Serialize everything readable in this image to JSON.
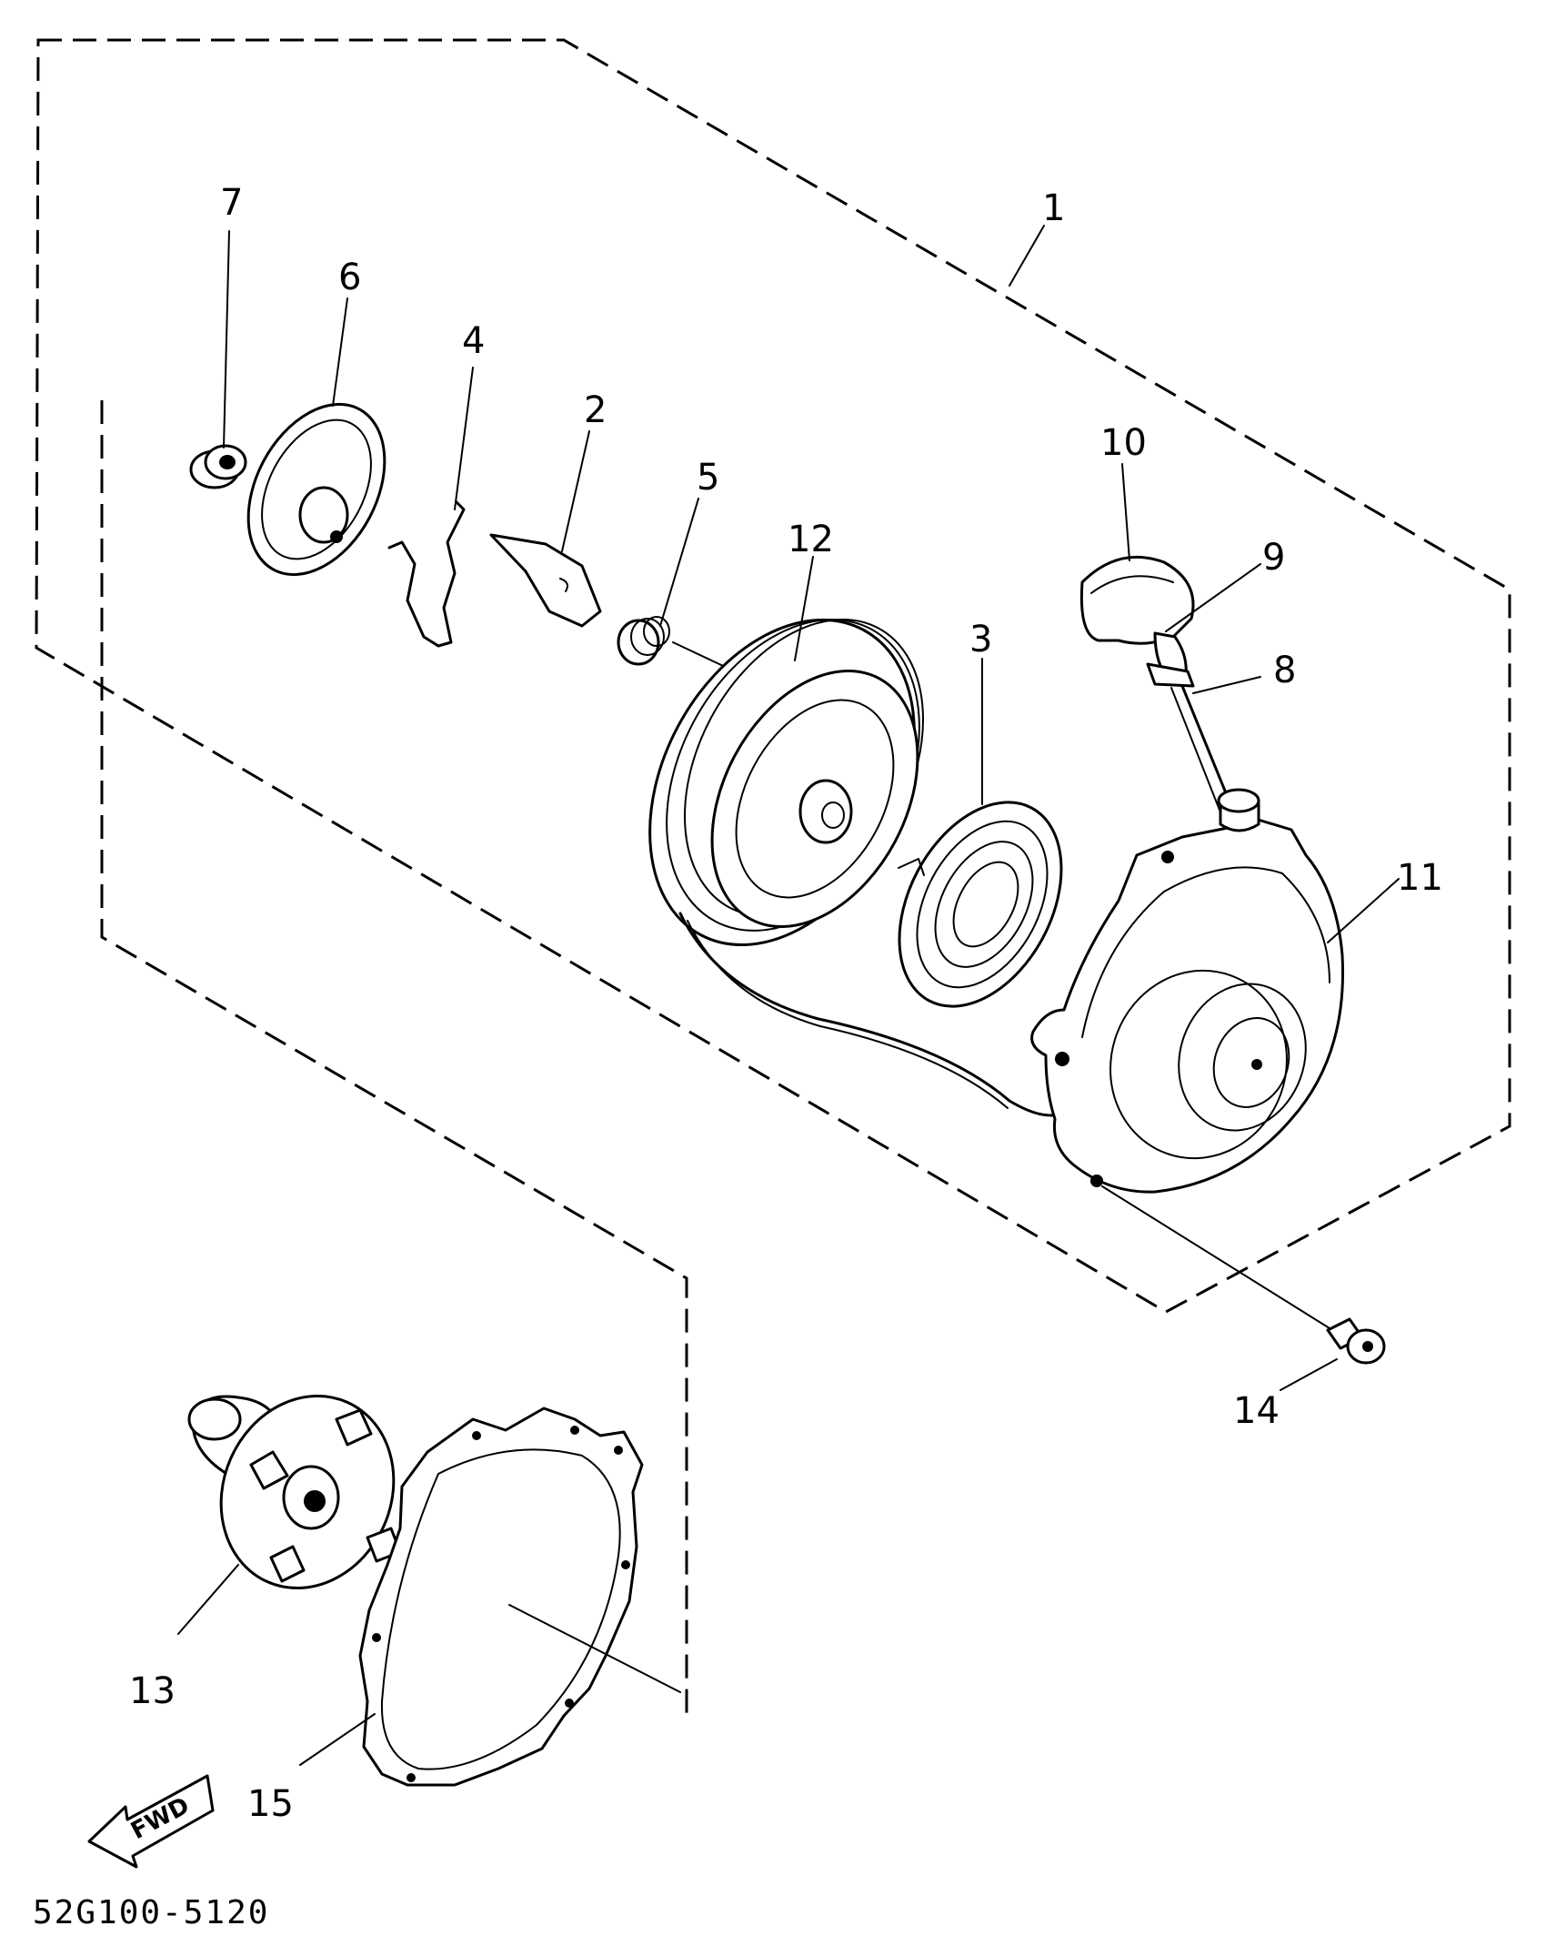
{
  "callouts": [
    {
      "id": "1",
      "text": "1"
    },
    {
      "id": "2",
      "text": "2"
    },
    {
      "id": "3",
      "text": "3"
    },
    {
      "id": "4",
      "text": "4"
    },
    {
      "id": "5",
      "text": "5"
    },
    {
      "id": "6",
      "text": "6"
    },
    {
      "id": "7",
      "text": "7"
    },
    {
      "id": "8",
      "text": "8"
    },
    {
      "id": "9",
      "text": "9"
    },
    {
      "id": "10",
      "text": "10"
    },
    {
      "id": "11",
      "text": "11"
    },
    {
      "id": "12",
      "text": "12"
    },
    {
      "id": "13",
      "text": "13"
    },
    {
      "id": "14",
      "text": "14"
    },
    {
      "id": "15",
      "text": "15"
    }
  ],
  "direction_arrow": {
    "label": "FWD"
  },
  "figure_code": "52G100-5120"
}
